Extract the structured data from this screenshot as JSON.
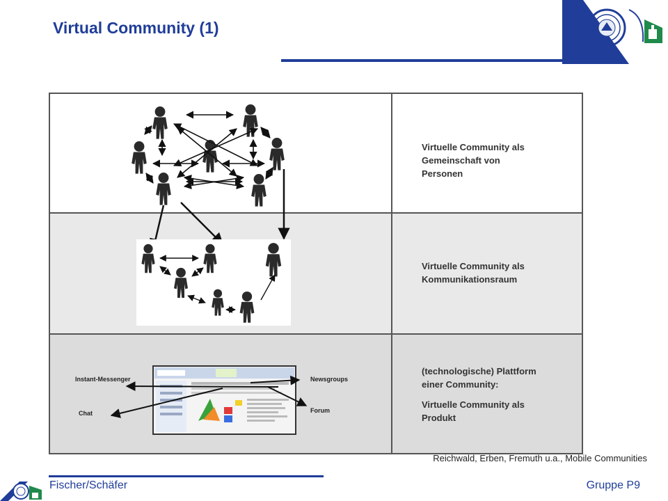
{
  "slide": {
    "title": "Virtual Community (1)"
  },
  "rows": [
    {
      "lines": [
        "Virtuelle Community als",
        "Gemeinschaft von",
        "Personen"
      ]
    },
    {
      "lines": [
        "Virtuelle Community als",
        "Kommunikationsraum"
      ]
    },
    {
      "lines": [
        "(technologische) Plattform",
        "einer Community:",
        "Virtuelle Community als",
        "Produkt"
      ]
    }
  ],
  "channels": {
    "instant_messenger": "Instant-Messenger",
    "newsgroups": "Newsgroups",
    "chat": "Chat",
    "forum": "Forum"
  },
  "citation": "Reichwald, Erben, Fremuth u.a., Mobile Communities",
  "footer": {
    "authors": "Fischer/Schäfer",
    "group": "Gruppe P9"
  },
  "colors": {
    "brand_blue": "#1f3d99",
    "brand_green": "#1f8a4c",
    "row2_bg": "#e9e9e9",
    "row3_bg": "#dcdcdc",
    "figure": "#2a2a2a"
  }
}
